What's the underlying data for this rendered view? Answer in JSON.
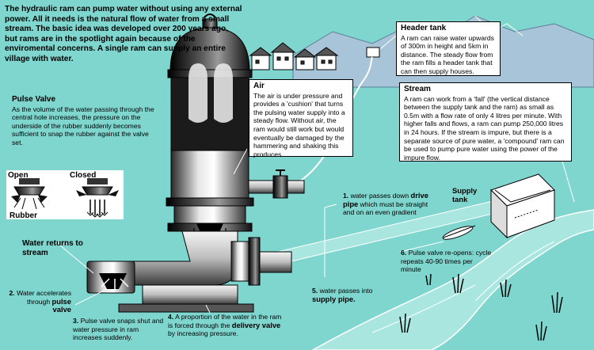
{
  "intro": "The hydraulic ram can pump water without using any external power. All it needs is the natural flow of water from a small stream. The basic idea was developed over 200 years ago, but rams are in the spotlight again because of the enviromental concerns. A single ram can supply an entire village with water.",
  "pulse_valve": {
    "title": "Pulse Valve",
    "body": "As the volume of the water passing through the central hole increases, the pressure on the underside of the rubber suddenly becomes sufficient to snap the rubber against the valve set.",
    "open_label": "Open",
    "closed_label": "Closed",
    "rubber_label": "Rubber"
  },
  "air": {
    "title": "Air",
    "body": "The air is under pressure and provides a 'cushion' that turns the pulsing water supply into a steady flow. Without air, the ram would still work but would eventually be damaged by the hammering and shaking this produces."
  },
  "header_tank": {
    "title": "Header tank",
    "body": "A ram can raise water upwards of 300m in height and 5km in distance. The steady flow from the ram fills a header tank that can then supply houses."
  },
  "stream": {
    "title": "Stream",
    "body": "A ram can work from a 'fall' (the vertical distance between the supply tank and the ram) as small as 0.5m with a flow rate of only 4 litres per minute. With higher falls and flows, a ram can pump 250,000 litres in 24 hours. If the stream is impure, but there is a separate source of pure water, a 'compound' ram can be used to pump pure water using the power of the impure flow."
  },
  "supply_tank_label": "Supply tank",
  "water_returns": "Water returns to stream",
  "steps": {
    "s1_num": "1.",
    "s1_a": "water passes down",
    "s1_b": "drive pipe",
    "s1_c": "which must be straight and on an even gradient",
    "s2_num": "2.",
    "s2_a": "Water accelerates through",
    "s2_b": "pulse valve",
    "s3_num": "3.",
    "s3_a": "Pulse valve snaps shut and water pressure in ram increases suddenly.",
    "s4_num": "4.",
    "s4_a": "A proportion of the water in the ram is forced through the",
    "s4_b": "delivery valve",
    "s4_c": "by increasing pressure.",
    "s5_num": "5.",
    "s5_a": "water passes into",
    "s5_b": "supply pipe.",
    "s6_num": "6.",
    "s6_a": "Pulse valve re-opens: cycle repeats 40-90 times per minute"
  },
  "colors": {
    "background": "#7fd6cf",
    "water": "#a9e6e0",
    "hills": "#a7c4d9",
    "metal_dark": "#1e1e1e",
    "metal_light": "#d9d9d9"
  }
}
